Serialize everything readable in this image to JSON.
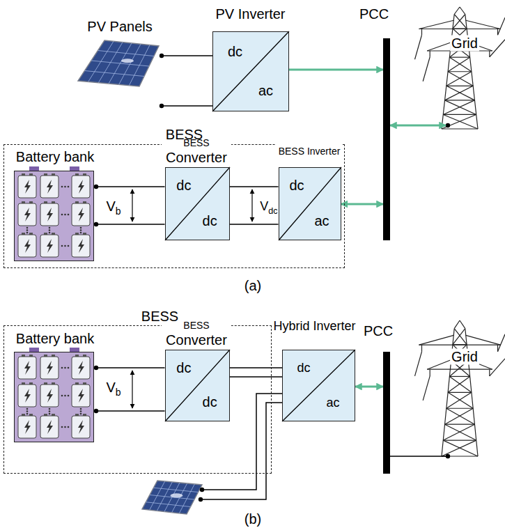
{
  "diagram": {
    "nodes": [
      {
        "text": [
          "PV Panels"
        ]
      },
      {
        "text": [
          "PV Inverter",
          "dc",
          "ac"
        ]
      },
      {
        "text": [
          "PCC"
        ]
      },
      {
        "text": [
          "Grid"
        ]
      },
      {
        "text": [
          "BESS"
        ]
      },
      {
        "text": [
          "Battery bank"
        ],
        "in": 4
      },
      {
        "text": [
          "BESS Converter",
          "dc",
          "dc"
        ],
        "in": 4
      },
      {
        "text": [
          "BESS Inverter",
          "dc",
          "ac"
        ],
        "in": 4
      },
      {
        "text": [
          "BESS"
        ]
      },
      {
        "text": [
          "Battery bank"
        ],
        "in": 8
      },
      {
        "text": [
          "BESS Converter",
          "dc",
          "dc"
        ],
        "in": 8
      },
      {
        "text": [
          "Hybrid Inverter",
          "dc",
          "ac"
        ]
      },
      {
        "text": [
          "PCC"
        ]
      },
      {
        "text": [
          "Grid"
        ]
      }
    ],
    "edges": [
      {
        "from": 0,
        "to": 1,
        "arrow": "none"
      },
      {
        "from": 1,
        "to": 2,
        "arrow": "to"
      },
      {
        "from": 3,
        "to": 2,
        "arrow": "both"
      },
      {
        "from": 5,
        "to": 6,
        "arrow": "none"
      },
      {
        "from": 6,
        "to": 7,
        "arrow": "none"
      },
      {
        "from": 7,
        "to": 2,
        "arrow": "both"
      },
      {
        "from": 9,
        "to": 10,
        "arrow": "none"
      },
      {
        "from": 10,
        "to": 11,
        "arrow": "none"
      },
      {
        "from": 11,
        "to": 12,
        "arrow": "both"
      },
      {
        "from": 13,
        "to": 12,
        "arrow": "none"
      }
    ],
    "labels": [
      "Vb",
      "Vdc",
      "(a)",
      "Vb",
      "(b)"
    ]
  }
}
